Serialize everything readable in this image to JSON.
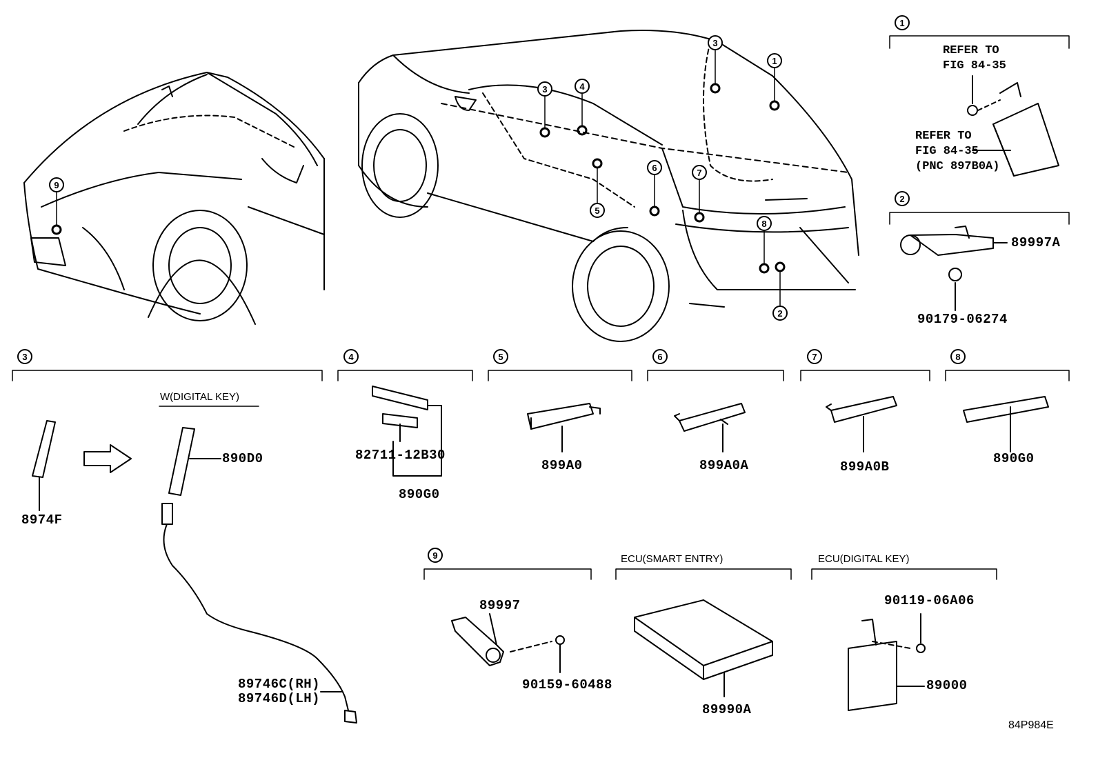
{
  "detail_numbers": [
    "1",
    "2",
    "3",
    "4",
    "5",
    "6",
    "7",
    "8",
    "9"
  ],
  "detail1": {
    "ref_a_line1": "REFER TO",
    "ref_a_line2": "FIG 84-35",
    "ref_b_line1": "REFER TO",
    "ref_b_line2": "FIG 84-35",
    "ref_b_line3": "(PNC 897B0A)"
  },
  "detail2": {
    "part_a": "89997A",
    "part_b": "90179-06274"
  },
  "detail3": {
    "sub_label": "W(DIGITAL KEY)",
    "part_a": "8974F",
    "part_b": "890D0",
    "part_c_rh": "89746C(RH)",
    "part_c_lh": "89746D(LH)"
  },
  "detail4": {
    "part_a": "82711-12B30",
    "part_b": "890G0"
  },
  "detail5": {
    "part": "899A0"
  },
  "detail6": {
    "part": "899A0A"
  },
  "detail7": {
    "part": "899A0B"
  },
  "detail8": {
    "part": "890G0"
  },
  "detail9": {
    "part_a": "89997",
    "part_b": "90159-60488"
  },
  "ecu_smart": {
    "title": "ECU(SMART ENTRY)",
    "part": "89990A"
  },
  "ecu_digital": {
    "title": "ECU(DIGITAL KEY)",
    "part_a": "90119-06A06",
    "part_b": "89000"
  },
  "figure_id": "84P984E",
  "colors": {
    "line": "#000000",
    "background": "#ffffff"
  }
}
